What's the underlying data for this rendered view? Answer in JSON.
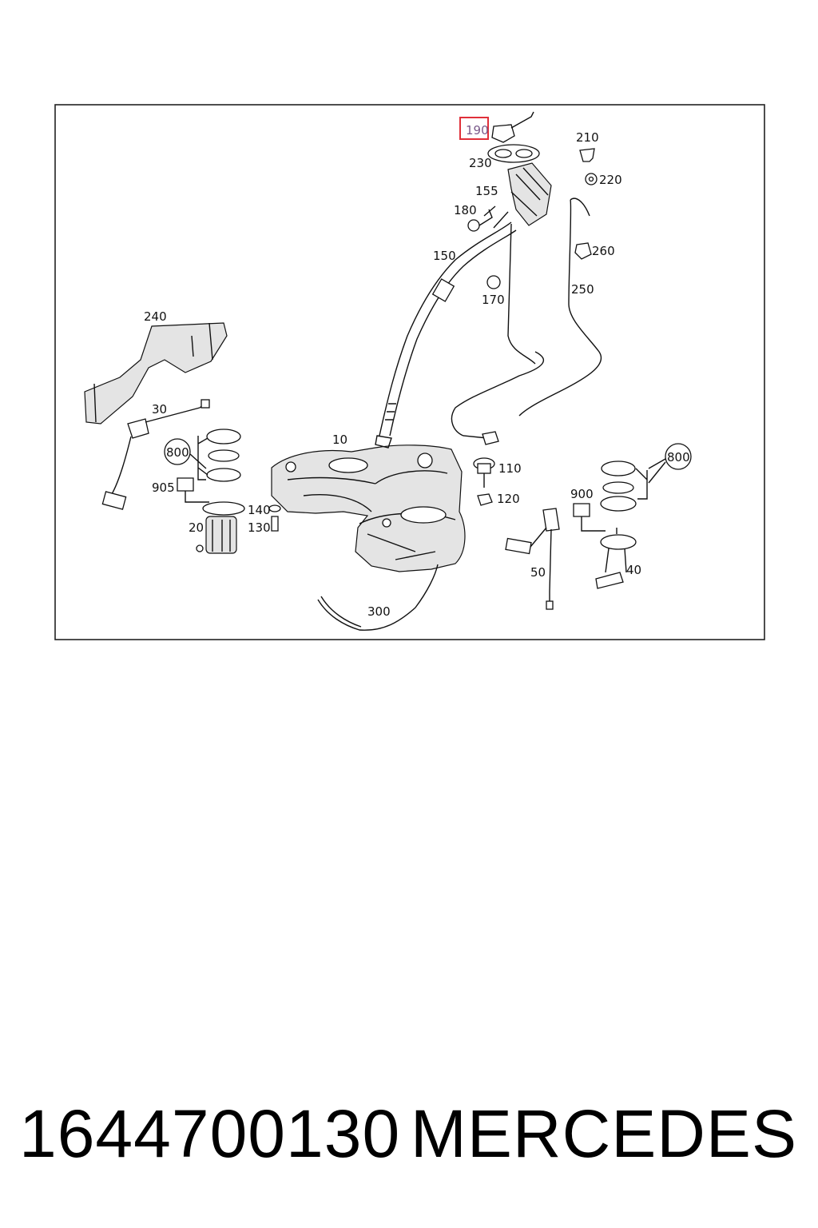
{
  "callouts": {
    "c10": "10",
    "c20": "20",
    "c30": "30",
    "c40": "40",
    "c50": "50",
    "c110": "110",
    "c120": "120",
    "c130": "130",
    "c140": "140",
    "c150": "150",
    "c155": "155",
    "c170": "170",
    "c180": "180",
    "c190": "190",
    "c210": "210",
    "c220": "220",
    "c230": "230",
    "c240": "240",
    "c250": "250",
    "c260": "260",
    "c300": "300",
    "c800_left": "800",
    "c800_right": "800",
    "c900": "900",
    "c905": "905"
  },
  "highlight": {
    "callout": "190",
    "color": "#e0303a"
  },
  "caption": {
    "part_number": "1644700130",
    "brand": "MERCEDES"
  }
}
